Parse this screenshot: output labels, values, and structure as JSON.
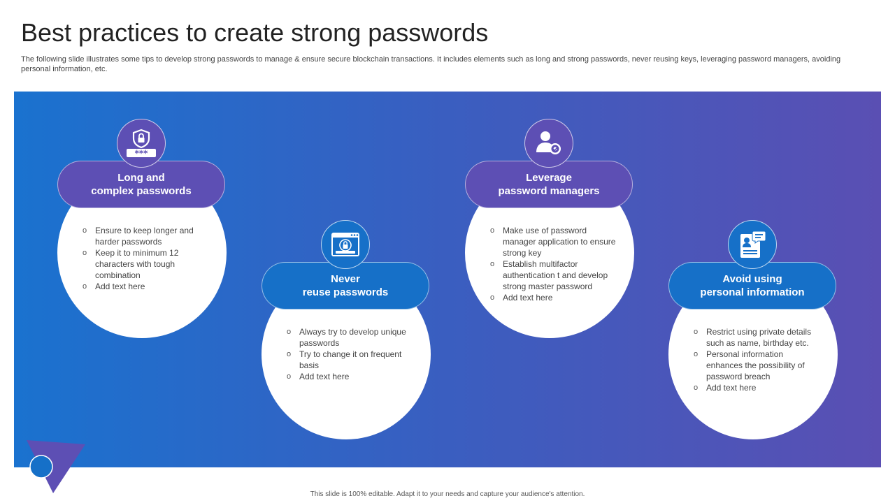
{
  "slide": {
    "title": "Best practices to create strong passwords",
    "subtitle": "The following slide illustrates some tips to develop strong passwords to manage & ensure secure blockchain transactions. It includes elements such as long and strong passwords, never reusing keys, leveraging password managers, avoiding personal information, etc.",
    "footer": "This slide is 100% editable. Adapt it to your needs and capture your audience's attention."
  },
  "colors": {
    "band_start": "#1a72cf",
    "band_end": "#5a4fb3",
    "purple": "#5d4fb4",
    "blue": "#1670c8"
  },
  "cards": [
    {
      "heading": "Long and\ncomplex passwords",
      "icon": "password-shield-icon",
      "color": "purple",
      "bullets": [
        "Ensure to keep longer and harder passwords",
        "Keep it to minimum 12 characters with tough combination",
        "Add text here"
      ]
    },
    {
      "heading": "Never\nreuse passwords",
      "icon": "browser-lock-icon",
      "color": "blue",
      "bullets": [
        "Always try to develop unique passwords",
        "Try to change it on frequent basis",
        "Add text here"
      ]
    },
    {
      "heading": "Leverage\npassword managers",
      "icon": "user-settings-icon",
      "color": "purple",
      "bullets": [
        "Make use of password manager application to ensure strong key",
        "Establish multifactor authentication t and develop  strong master password",
        "Add text here"
      ]
    },
    {
      "heading": "Avoid using\npersonal information",
      "icon": "profile-document-icon",
      "color": "blue",
      "bullets": [
        "Restrict using private details such as name, birthday etc.",
        "Personal information enhances the possibility of password breach",
        "Add text here"
      ]
    }
  ]
}
